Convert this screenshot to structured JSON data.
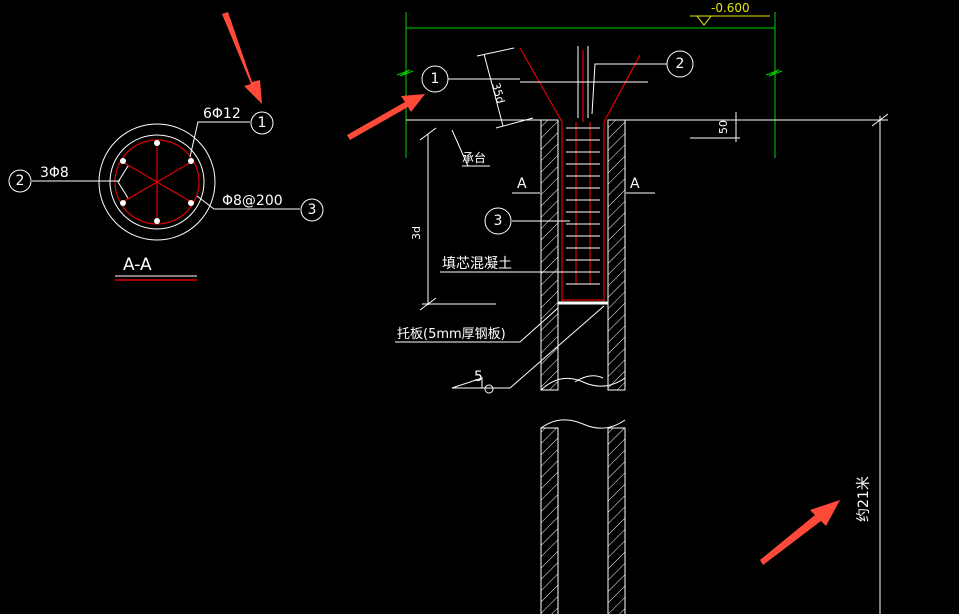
{
  "section": {
    "title": "A-A",
    "bar_main": "6Φ12",
    "bar_main_tag": "1",
    "bar_side": "3Φ8",
    "bar_side_tag": "2",
    "stirrup": "Φ8@200",
    "stirrup_tag": "3"
  },
  "elevation": {
    "level": "-0.600",
    "cap_label": "承台",
    "tag1": "1",
    "tag2": "2",
    "tag3": "3",
    "anchor_dim": "35d",
    "cut_left": "A",
    "cut_right": "A",
    "dim_50": "50",
    "dim_3d": "3d",
    "fill_label": "填芯混凝土",
    "plate_label": "托板(5mm厚钢板)",
    "weld_symbol": "5",
    "length_label": "约21米"
  },
  "colors": {
    "background": "#000000",
    "cad_white": "#ffffff",
    "cad_yellow": "#e6e600",
    "cad_red": "#e00000",
    "cad_green": "#00d000",
    "callout_arrow": "#ff4a3a"
  }
}
